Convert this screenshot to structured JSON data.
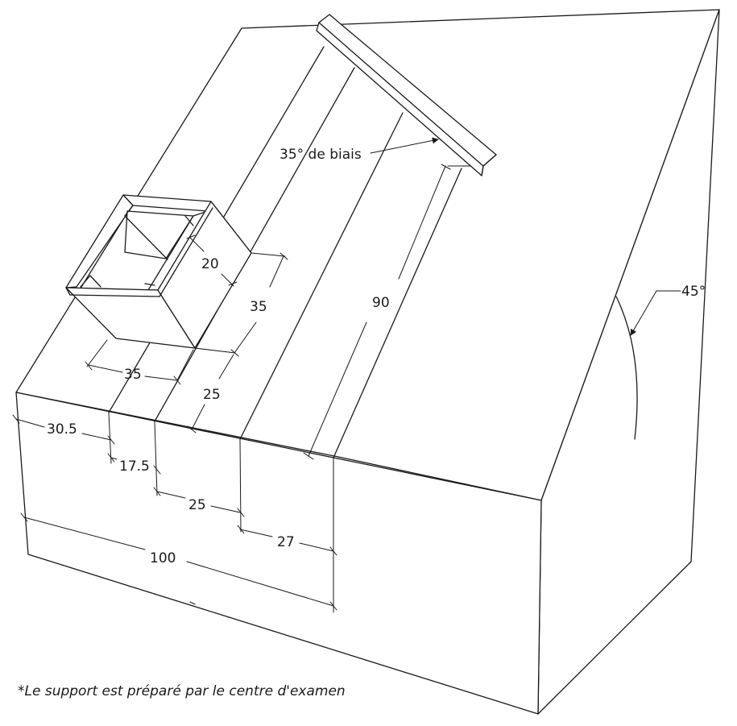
{
  "dimensions": {
    "d_30_5": "30.5",
    "d_17_5": "17.5",
    "d_25_bottom": "25",
    "d_27": "27",
    "d_100": "100",
    "d_35_horizontal": "35",
    "d_20": "20",
    "d_35_vertical": "35",
    "d_25_slope": "25",
    "d_90": "90"
  },
  "annotations": {
    "bevel": "35° de biais",
    "angle": "45°"
  },
  "footnote": "*Le support est préparé par le centre d'examen"
}
